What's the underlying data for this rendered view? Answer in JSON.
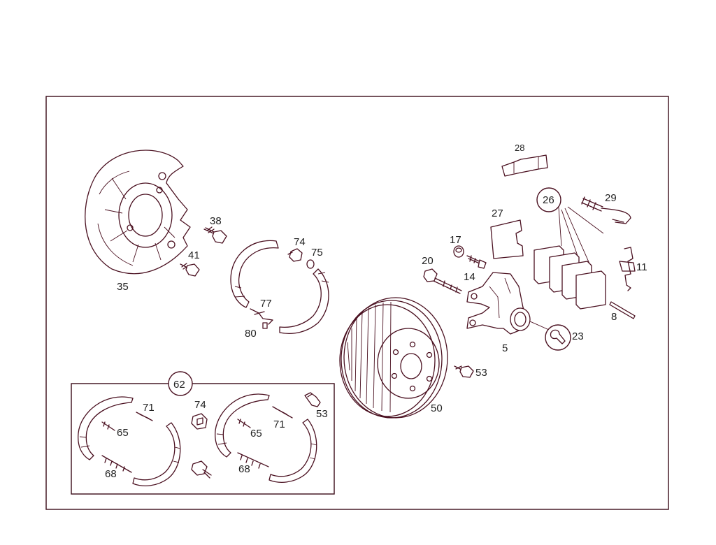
{
  "colors": {
    "line": "#4a1020",
    "frame": "#3a0a18",
    "label": "#222222",
    "background": "#ffffff"
  },
  "parts": {
    "p35": "35",
    "p38": "38",
    "p41": "41",
    "p74": "74",
    "p75": "75",
    "p77": "77",
    "p80": "80",
    "p28": "28",
    "p26": "26",
    "p29": "29",
    "p27": "27",
    "p17": "17",
    "p20": "20",
    "p14": "14",
    "p11": "11",
    "p8": "8",
    "p5": "5",
    "p23": "23",
    "p53": "53",
    "p50": "50",
    "p62": "62"
  },
  "kit_62": {
    "left": {
      "p71": "71",
      "p65": "65",
      "p68": "68"
    },
    "right": {
      "p71": "71",
      "p65": "65",
      "p68": "68"
    },
    "p74": "74",
    "p53": "53"
  }
}
